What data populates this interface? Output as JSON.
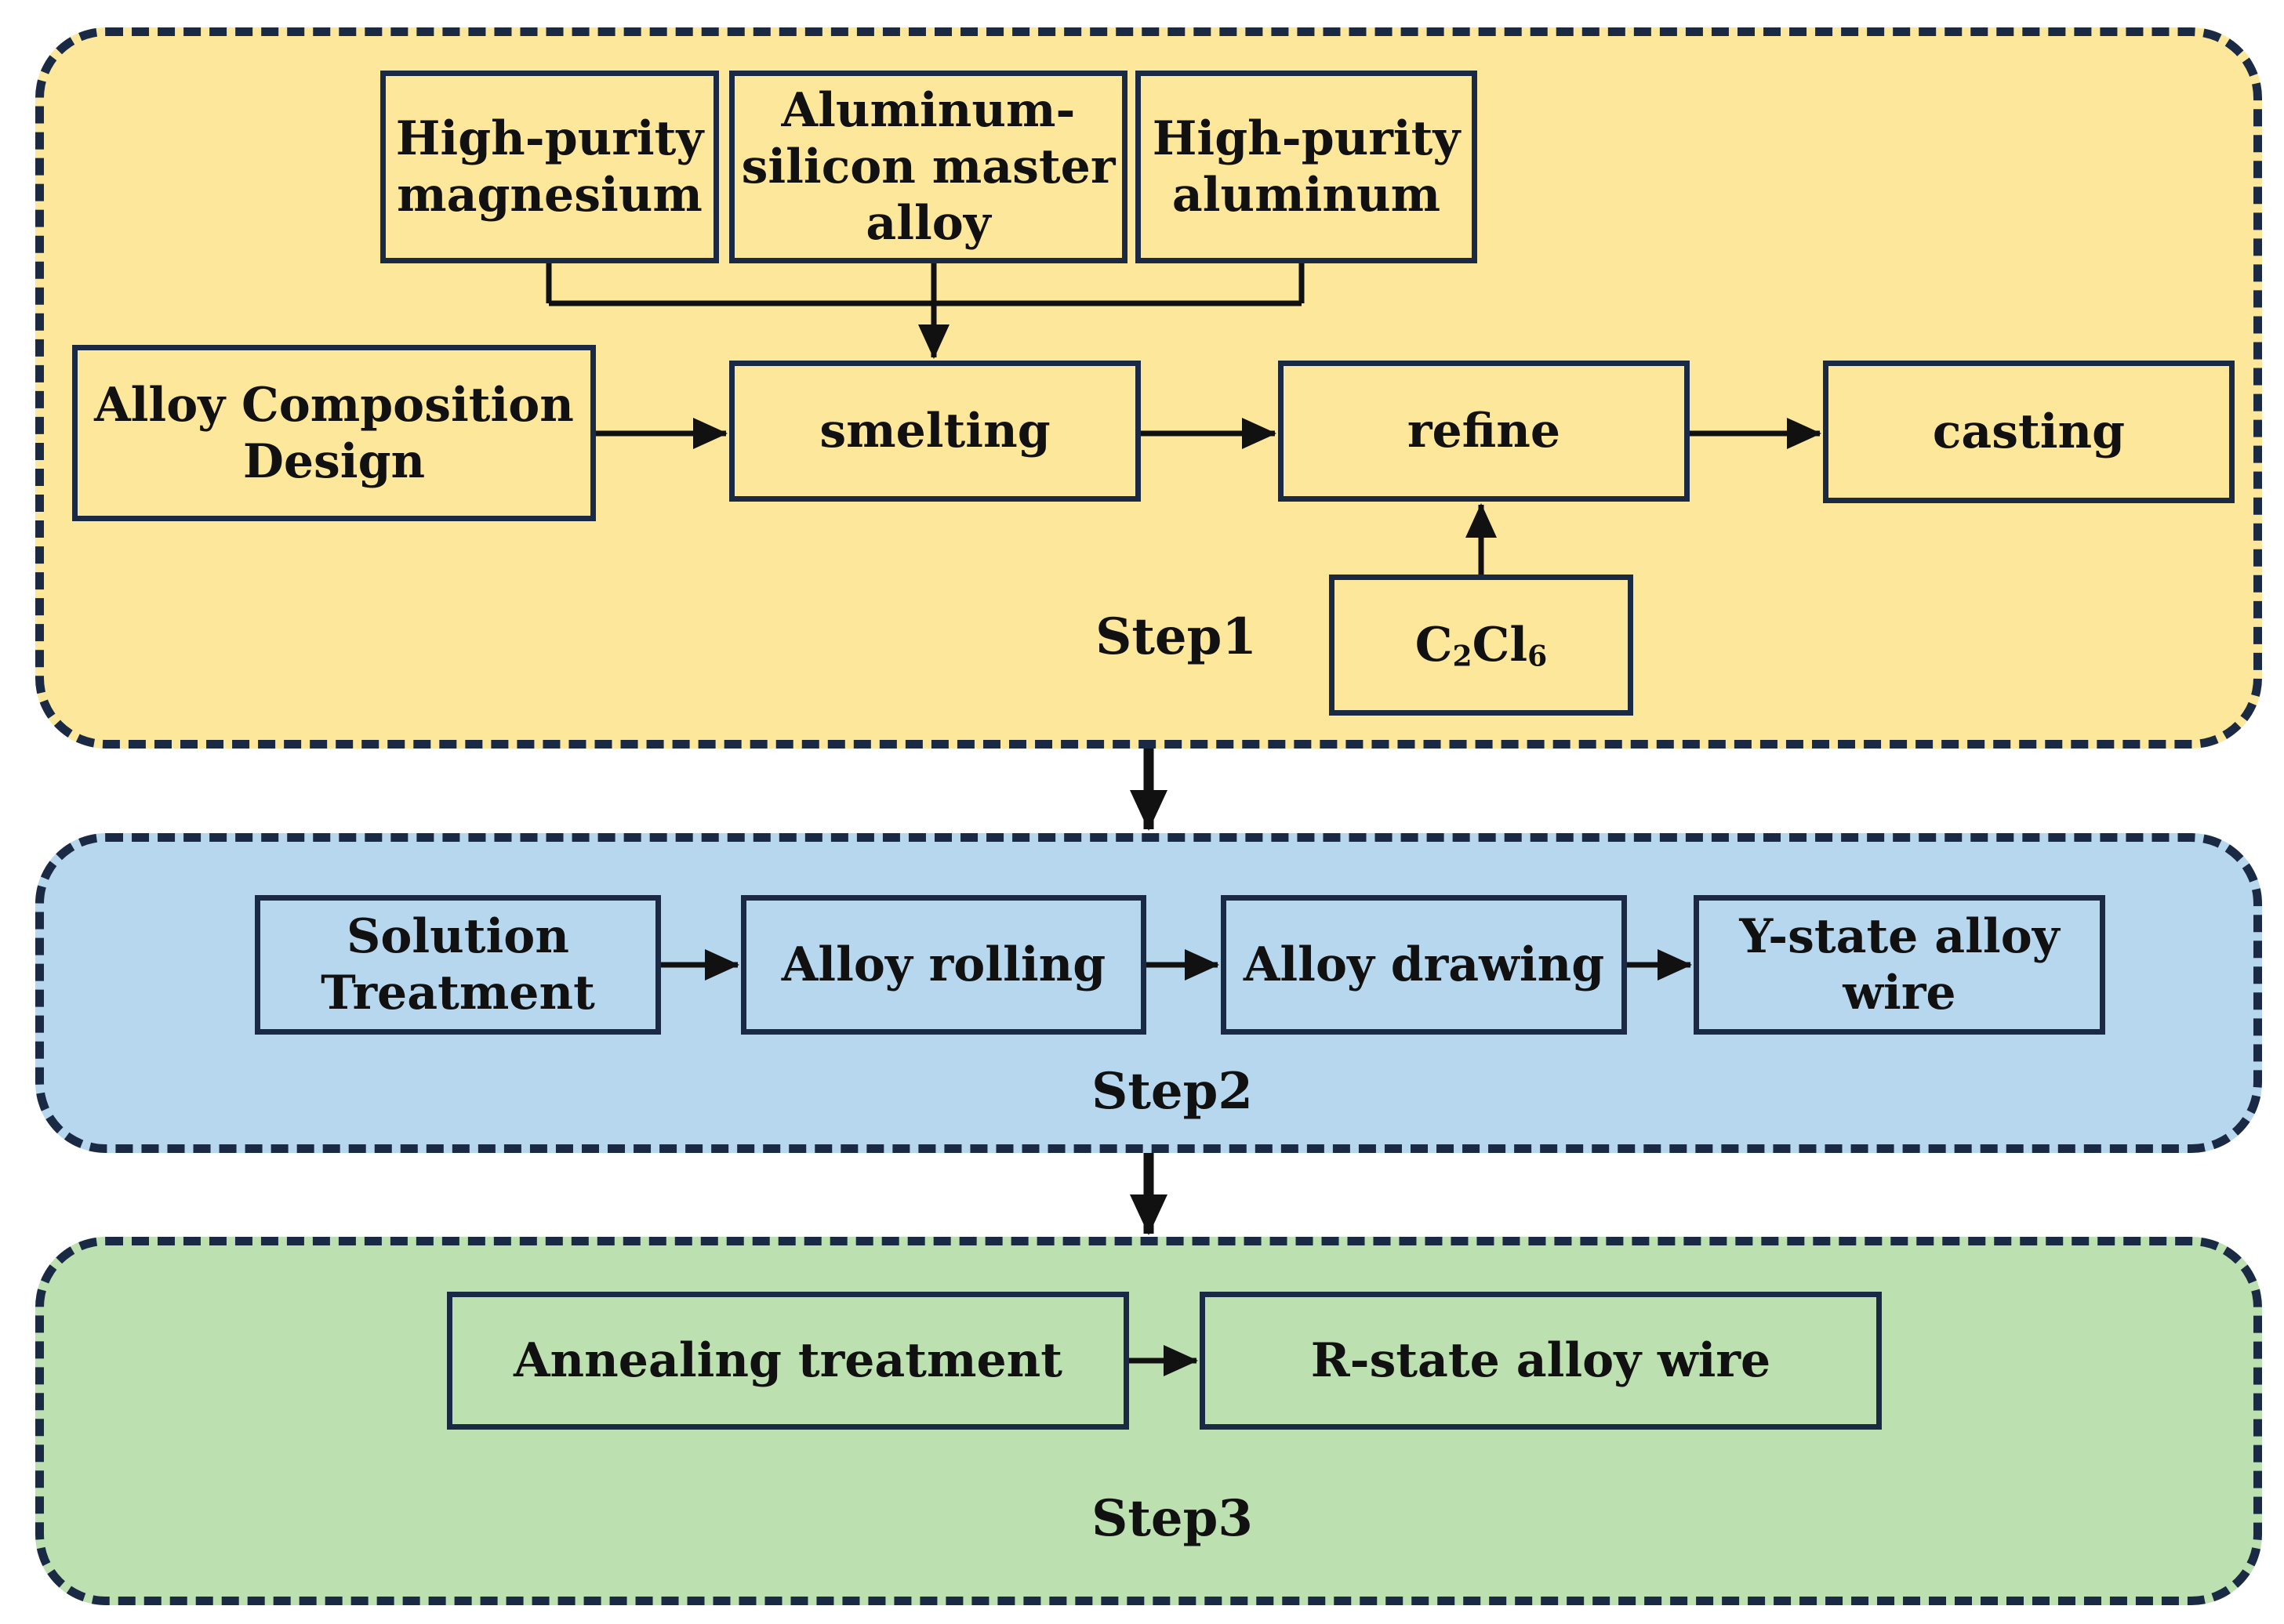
{
  "colors": {
    "step1_fill": "#fde79a",
    "step2_fill": "#b7d7ee",
    "step3_fill": "#bde0b1",
    "border": "#1b2a44",
    "text": "#111111"
  },
  "step1": {
    "label": "Step1",
    "inputs": [
      "High-purity magnesium",
      "Aluminum-silicon master alloy",
      "High-purity aluminum"
    ],
    "design": "Alloy Composition Design",
    "smelting": "smelting",
    "refine": "refine",
    "casting": "casting",
    "refining_agent": {
      "base": "C",
      "sub1": "2",
      "mid": "Cl",
      "sub2": "6"
    }
  },
  "step2": {
    "label": "Step2",
    "boxes": [
      "Solution Treatment",
      "Alloy rolling",
      "Alloy drawing",
      "Y-state alloy wire"
    ]
  },
  "step3": {
    "label": "Step3",
    "boxes": [
      "Annealing treatment",
      "R-state alloy wire"
    ]
  }
}
